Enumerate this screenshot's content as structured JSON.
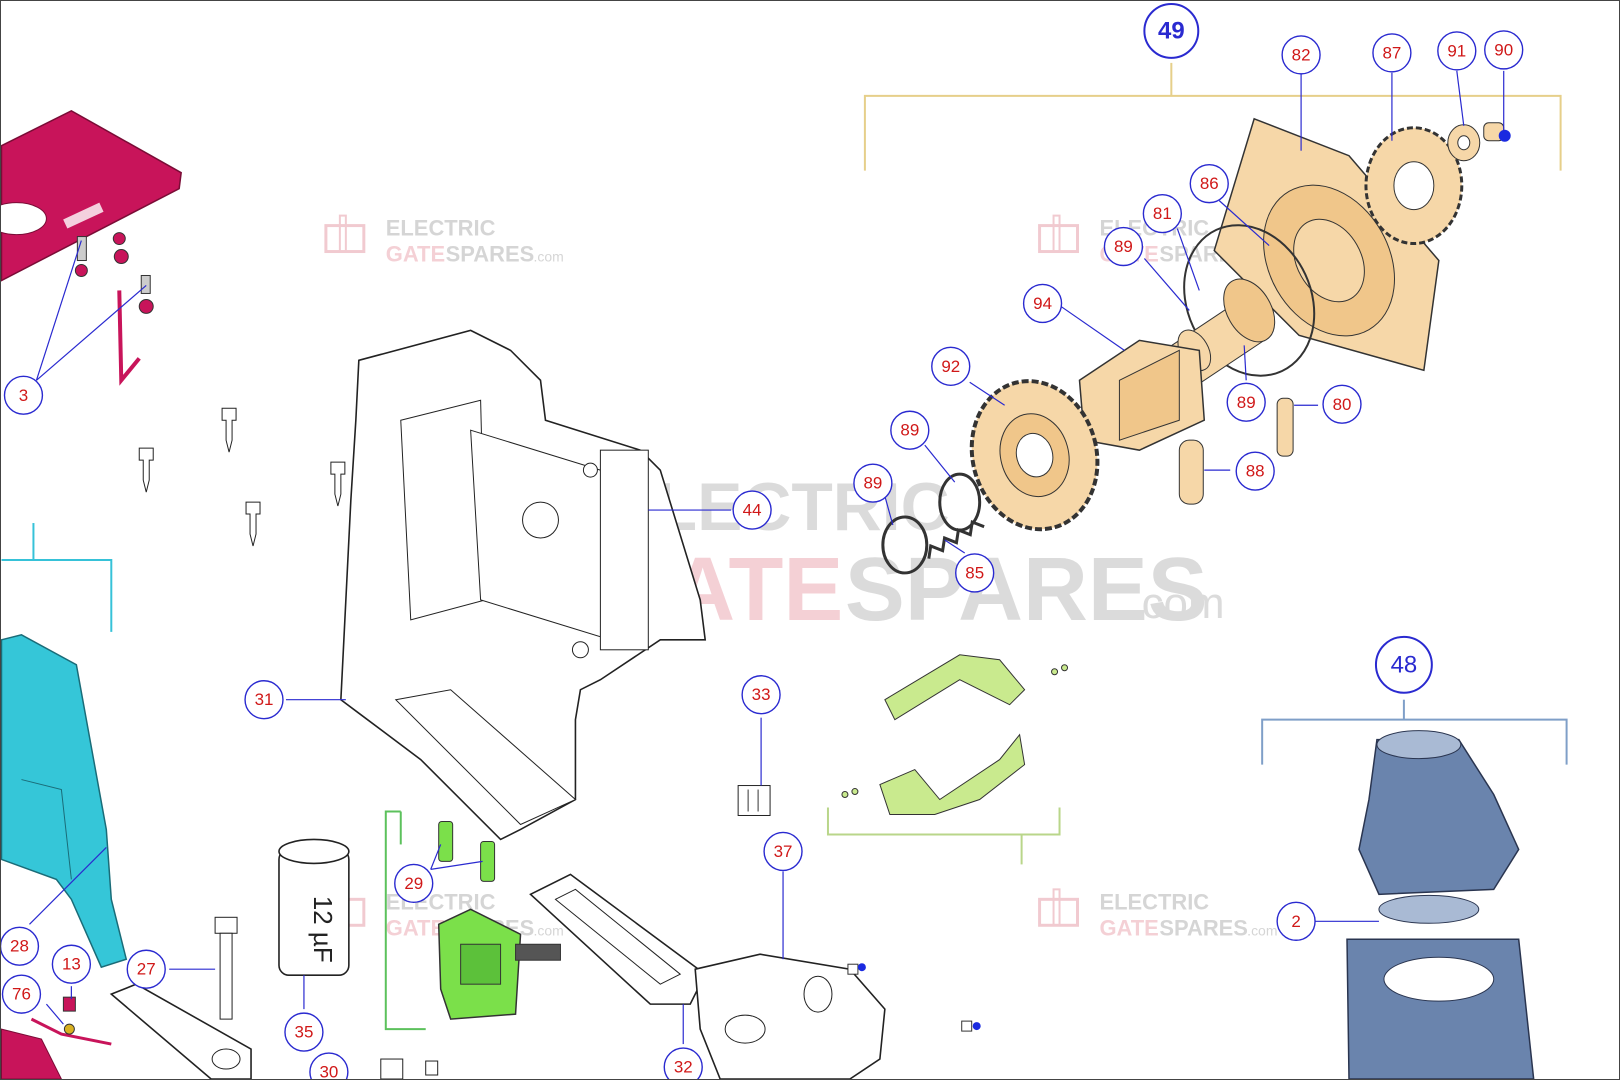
{
  "colors": {
    "callout_stroke": "#2a2ad0",
    "callout_text": "#d01818",
    "group_49_badge": "#3a8fd8",
    "bracket_49": "#e6cf8a",
    "bracket_48": "#7f9fc8",
    "bracket_left": "#36c2d8",
    "bracket_green": "#b9d68a",
    "bracket_29": "#5cc15c",
    "gear_parts": "#f6d7a8",
    "cover_magenta": "#c8145a",
    "cover_cyan": "#35c6d8",
    "motor_blue": "#6a84ad",
    "clip_green": "#c9ea8e",
    "bracket_part_green": "#7be04a"
  },
  "watermark": {
    "line1": "ELECTRIC",
    "line2_a": "GATE",
    "line2_b": "SPARES",
    "suffix": ".com"
  },
  "groups": [
    {
      "id": "g49",
      "label": "49"
    },
    {
      "id": "g48",
      "label": "48"
    }
  ],
  "callouts": [
    {
      "id": "c3",
      "label": "3"
    },
    {
      "id": "c82",
      "label": "82"
    },
    {
      "id": "c87",
      "label": "87"
    },
    {
      "id": "c91",
      "label": "91"
    },
    {
      "id": "c90",
      "label": "90"
    },
    {
      "id": "c86",
      "label": "86"
    },
    {
      "id": "c81",
      "label": "81"
    },
    {
      "id": "c89a",
      "label": "89"
    },
    {
      "id": "c94",
      "label": "94"
    },
    {
      "id": "c92",
      "label": "92"
    },
    {
      "id": "c89b",
      "label": "89"
    },
    {
      "id": "c80",
      "label": "80"
    },
    {
      "id": "c88",
      "label": "88"
    },
    {
      "id": "c89c",
      "label": "89"
    },
    {
      "id": "c89d",
      "label": "89"
    },
    {
      "id": "c85",
      "label": "85"
    },
    {
      "id": "c44",
      "label": "44"
    },
    {
      "id": "c31",
      "label": "31"
    },
    {
      "id": "c33",
      "label": "33"
    },
    {
      "id": "c37",
      "label": "37"
    },
    {
      "id": "c29",
      "label": "29"
    },
    {
      "id": "c28",
      "label": "28"
    },
    {
      "id": "c13",
      "label": "13"
    },
    {
      "id": "c76",
      "label": "76"
    },
    {
      "id": "c27",
      "label": "27"
    },
    {
      "id": "c35",
      "label": "35"
    },
    {
      "id": "c30",
      "label": "30"
    },
    {
      "id": "c32",
      "label": "32"
    },
    {
      "id": "c2",
      "label": "2"
    }
  ],
  "capacitor_label": "12 µF"
}
